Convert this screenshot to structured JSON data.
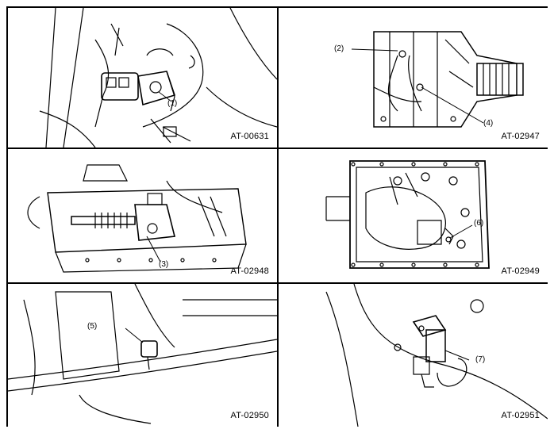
{
  "panels": [
    {
      "code": "AT-00631",
      "callouts": [
        "(1)"
      ]
    },
    {
      "code": "AT-02947",
      "callouts": [
        "(2)",
        "(4)"
      ]
    },
    {
      "code": "AT-02948",
      "callouts": [
        "(3)"
      ]
    },
    {
      "code": "AT-02949",
      "callouts": [
        "(6)"
      ]
    },
    {
      "code": "AT-02950",
      "callouts": [
        "(5)"
      ]
    },
    {
      "code": "AT-02951",
      "callouts": [
        "(7)"
      ]
    }
  ]
}
